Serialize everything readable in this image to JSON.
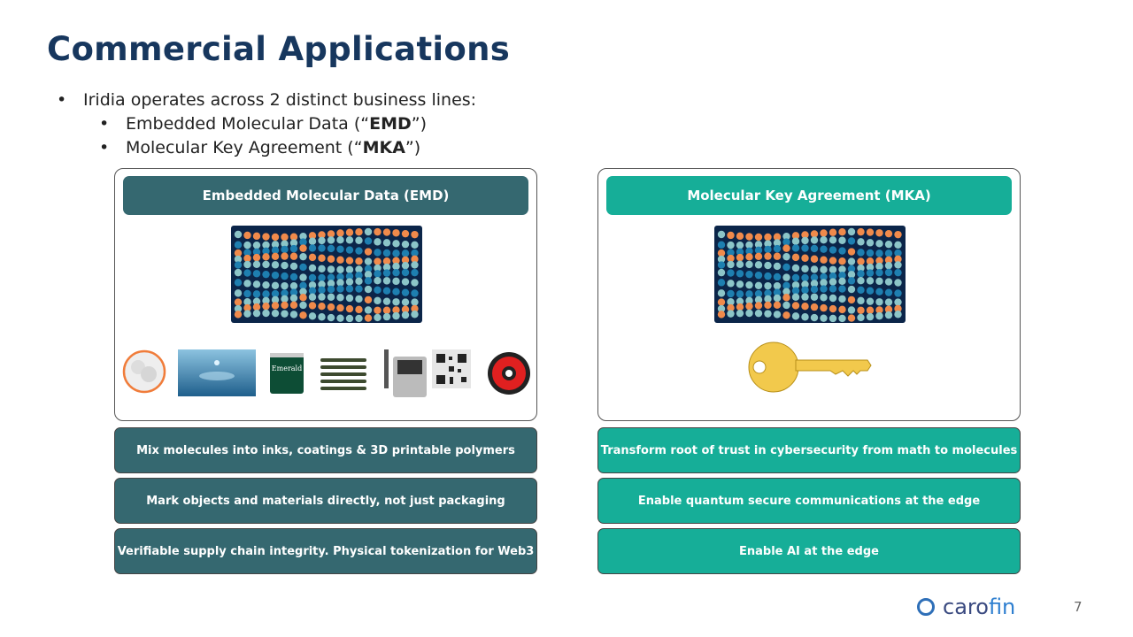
{
  "title": "Commercial Applications",
  "bullets": {
    "main": "Iridia operates across 2 distinct business lines:",
    "sub": [
      {
        "pre": "Embedded Molecular Data (“",
        "bold": "EMD",
        "post": "”)"
      },
      {
        "pre": "Molecular Key Agreement (“",
        "bold": "MKA",
        "post": "”)"
      }
    ]
  },
  "emd": {
    "header": "Embedded Molecular Data (EMD)",
    "color": "#356870",
    "items": [
      "Mix molecules into inks, coatings & 3D printable polymers",
      "Mark objects and materials directly, not just packaging",
      "Verifiable supply chain integrity. Physical tokenization for Web3"
    ],
    "images": [
      "microcapsules",
      "water-droplet",
      "paint-can",
      "pens",
      "inkjet-printer",
      "qr-code",
      "filament-spool"
    ],
    "paint_label": "Emerald"
  },
  "mka": {
    "header": "Molecular Key Agreement (MKA)",
    "color": "#16ae98",
    "items": [
      "Transform root of trust in cybersecurity from math to molecules",
      "Enable quantum secure communications at the edge",
      "Enable AI at the edge"
    ],
    "images": [
      "key"
    ]
  },
  "footer": {
    "logo_a": "caro",
    "logo_b": "fin",
    "page": "7"
  }
}
